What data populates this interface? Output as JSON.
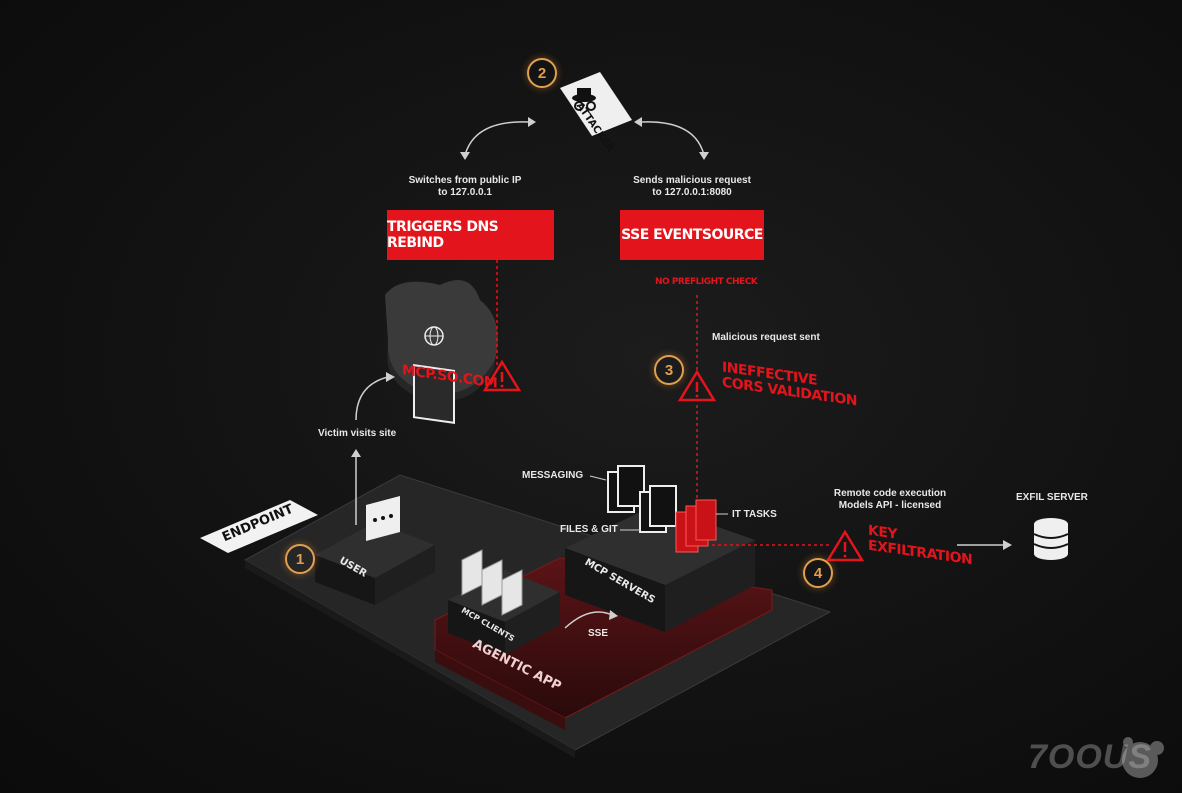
{
  "steps": [
    "1",
    "2",
    "3",
    "4"
  ],
  "attacker": {
    "label": "ATTACKER",
    "icon": "spy-icon"
  },
  "dns": {
    "caption_line1": "Switches from public IP",
    "caption_line2": "to 127.0.0.1",
    "box": "TRIGGERS DNS REBIND"
  },
  "sse": {
    "caption_line1": "Sends malicious request",
    "caption_line2": "to 127.0.0.1:8080",
    "box": "SSE EVENTSOURCE",
    "note": "NO PREFLIGHT CHECK"
  },
  "site": {
    "label": "MCP.SO.COM",
    "icon": "browser-globe-icon"
  },
  "malicious_sent": "Malicious request sent",
  "cors": {
    "line1": "INEFFECTIVE",
    "line2": "CORS VALIDATION"
  },
  "victim": "Victim visits site",
  "endpoint": "ENDPOINT",
  "user": "USER",
  "mcp_clients": "MCP CLIENTS",
  "mcp_servers": "MCP SERVERS",
  "sse_flow": "SSE",
  "agentic_app": "AGENTIC APP",
  "messaging": "MESSAGING",
  "files_git": "FILES & GIT",
  "it_tasks": "IT TASKS",
  "rce": {
    "line1": "Remote code execution",
    "line2": "Models API - licensed"
  },
  "key_exfil": {
    "line1": "KEY",
    "line2": "EXFILTRATION"
  },
  "exfil_server": {
    "label": "EXFIL SERVER",
    "icon": "database-icon"
  },
  "watermark": "7OOUS",
  "colors": {
    "accent_red": "#e3141b",
    "step_orange": "#e0a050",
    "background": "#141414"
  }
}
